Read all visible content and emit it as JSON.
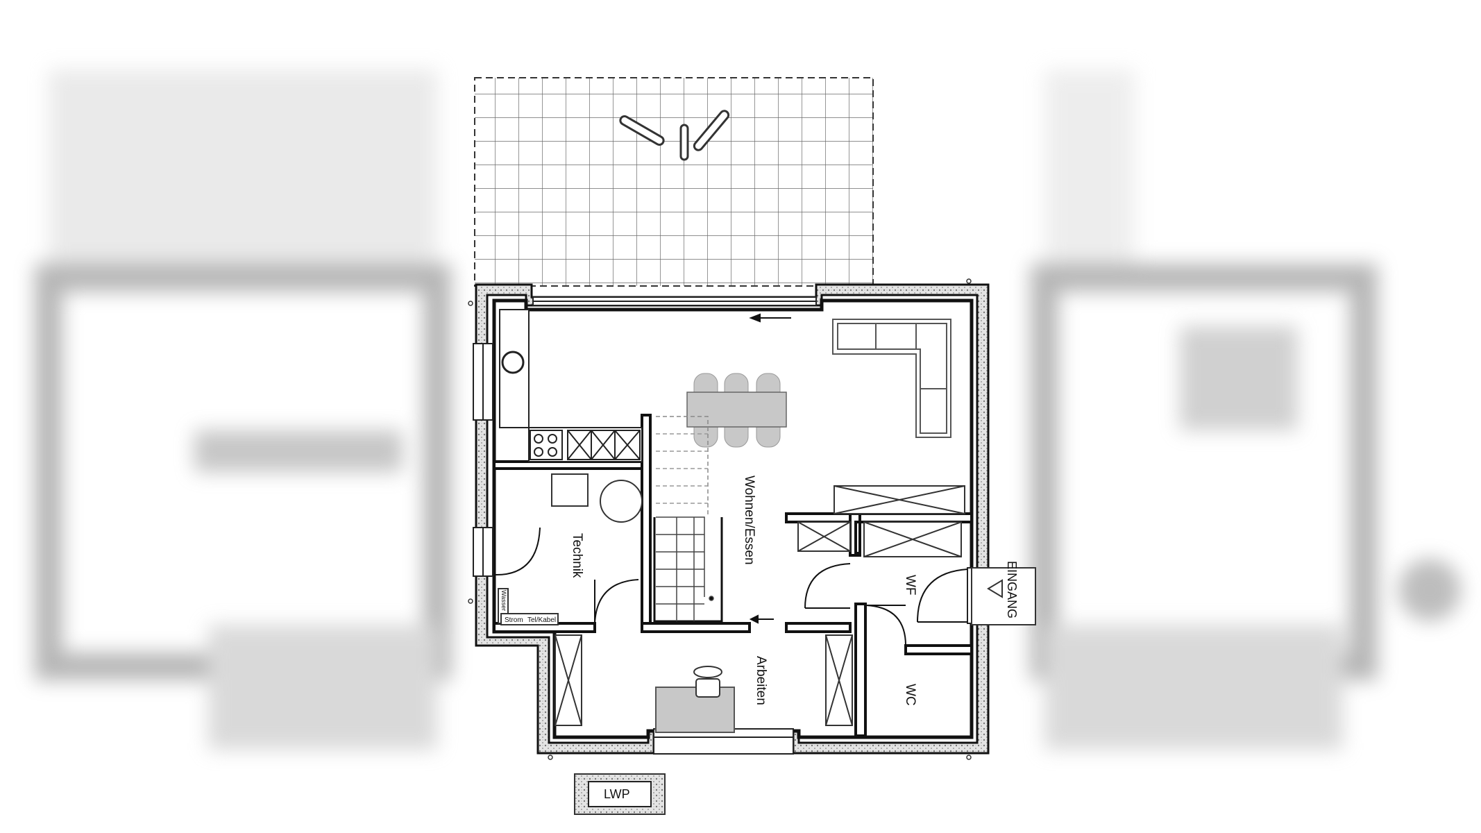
{
  "plan": {
    "rooms": {
      "wohnen": "Wohnen/Essen",
      "technik": "Technik",
      "arbeiten": "Arbeiten",
      "wf": "WF",
      "wc": "WC"
    },
    "entrance": "EINGANG",
    "heat_pump": "LWP",
    "utilities": {
      "wasser": "Wasser",
      "strom": "Strom",
      "tel_kabel": "Tel/Kabel"
    }
  },
  "colors": {
    "wall": "#1a1a1a",
    "insulation": "#9a9a9a",
    "furniture": "#555555",
    "chair": "#c8c8c8",
    "side_blur": "#bdbdbd"
  }
}
